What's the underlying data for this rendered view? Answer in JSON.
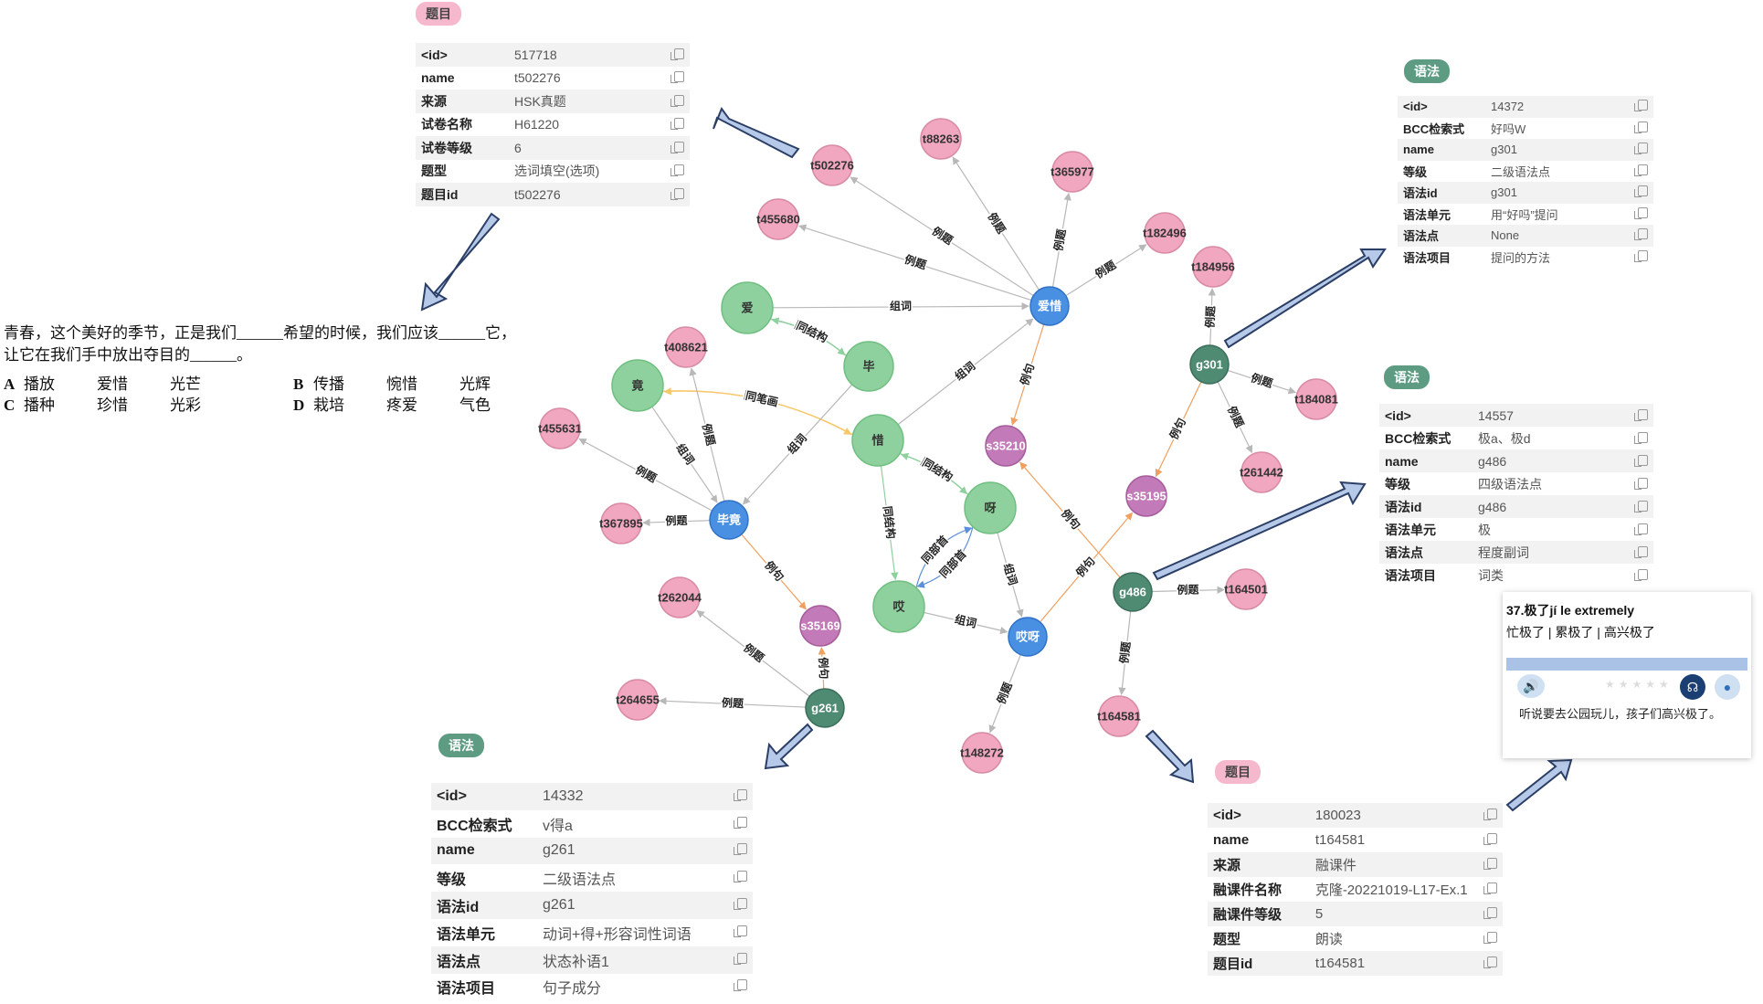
{
  "colors": {
    "word_node": "#8fd19e",
    "term_node": "#4a90e2",
    "grammar_node": "#4f8a72",
    "topic_node": "#f0a7bf",
    "sentence_node": "#c27ab8",
    "edge_default": "#b8b8b8",
    "edge_orange": "#f0a060",
    "edge_green": "#8fd19e",
    "edge_blue": "#5b8fd9",
    "edge_gold": "#f7c76a",
    "arrow_fill": "#b7c9e8",
    "arrow_stroke": "#2b3f66"
  },
  "graph": {
    "nodes": [
      {
        "id": "ai",
        "label": "爱",
        "kind": "word"
      },
      {
        "id": "bi",
        "label": "毕",
        "kind": "word"
      },
      {
        "id": "jing",
        "label": "竟",
        "kind": "word"
      },
      {
        "id": "xi",
        "label": "惜",
        "kind": "word"
      },
      {
        "id": "ya",
        "label": "呀",
        "kind": "word"
      },
      {
        "id": "ai2",
        "label": "哎",
        "kind": "word"
      },
      {
        "id": "aixi",
        "label": "爱惜",
        "kind": "term"
      },
      {
        "id": "bijing",
        "label": "毕竟",
        "kind": "term"
      },
      {
        "id": "aiya",
        "label": "哎呀",
        "kind": "term"
      },
      {
        "id": "g301",
        "label": "g301",
        "kind": "grammar"
      },
      {
        "id": "g486",
        "label": "g486",
        "kind": "grammar"
      },
      {
        "id": "g261",
        "label": "g261",
        "kind": "grammar"
      },
      {
        "id": "s35210",
        "label": "s35210",
        "kind": "sentence"
      },
      {
        "id": "s35195",
        "label": "s35195",
        "kind": "sentence"
      },
      {
        "id": "s35169",
        "label": "s35169",
        "kind": "sentence"
      },
      {
        "id": "t88263",
        "label": "t88263",
        "kind": "topic"
      },
      {
        "id": "t365977",
        "label": "t365977",
        "kind": "topic"
      },
      {
        "id": "t502276",
        "label": "t502276",
        "kind": "topic"
      },
      {
        "id": "t455680",
        "label": "t455680",
        "kind": "topic"
      },
      {
        "id": "t182496",
        "label": "t182496",
        "kind": "topic"
      },
      {
        "id": "t184956",
        "label": "t184956",
        "kind": "topic"
      },
      {
        "id": "t184081",
        "label": "t184081",
        "kind": "topic"
      },
      {
        "id": "t261442",
        "label": "t261442",
        "kind": "topic"
      },
      {
        "id": "t408621",
        "label": "t408621",
        "kind": "topic"
      },
      {
        "id": "t455631",
        "label": "t455631",
        "kind": "topic"
      },
      {
        "id": "t367895",
        "label": "t367895",
        "kind": "topic"
      },
      {
        "id": "t262044",
        "label": "t262044",
        "kind": "topic"
      },
      {
        "id": "t264655",
        "label": "t264655",
        "kind": "topic"
      },
      {
        "id": "t164501",
        "label": "t164501",
        "kind": "topic"
      },
      {
        "id": "t164581",
        "label": "t164581",
        "kind": "topic"
      },
      {
        "id": "t148272",
        "label": "t148272",
        "kind": "topic"
      }
    ],
    "edges": [
      {
        "from": "aixi",
        "to": "t88263",
        "label": "例题",
        "style": "default"
      },
      {
        "from": "aixi",
        "to": "t365977",
        "label": "例题",
        "style": "default"
      },
      {
        "from": "aixi",
        "to": "t502276",
        "label": "例题",
        "style": "default"
      },
      {
        "from": "aixi",
        "to": "t455680",
        "label": "例题",
        "style": "default"
      },
      {
        "from": "aixi",
        "to": "t182496",
        "label": "例题",
        "style": "default"
      },
      {
        "from": "ai",
        "to": "aixi",
        "label": "组词",
        "style": "default"
      },
      {
        "from": "xi",
        "to": "aixi",
        "label": "组词",
        "style": "default"
      },
      {
        "from": "aixi",
        "to": "s35210",
        "label": "例句",
        "style": "orange"
      },
      {
        "from": "ai",
        "to": "bi",
        "label": "同结构",
        "style": "green"
      },
      {
        "from": "bi",
        "to": "ai",
        "label": "同结构",
        "style": "green"
      },
      {
        "from": "jing",
        "to": "xi",
        "label": "同笔画",
        "style": "gold"
      },
      {
        "from": "xi",
        "to": "jing",
        "label": "同笔画",
        "style": "gold"
      },
      {
        "from": "jing",
        "to": "bijing",
        "label": "组词",
        "style": "default"
      },
      {
        "from": "bi",
        "to": "bijing",
        "label": "组词",
        "style": "default"
      },
      {
        "from": "bijing",
        "to": "t408621",
        "label": "例题",
        "style": "default"
      },
      {
        "from": "bijing",
        "to": "t455631",
        "label": "例题",
        "style": "default"
      },
      {
        "from": "bijing",
        "to": "t367895",
        "label": "例题",
        "style": "default"
      },
      {
        "from": "bijing",
        "to": "s35169",
        "label": "例句",
        "style": "orange"
      },
      {
        "from": "xi",
        "to": "ya",
        "label": "同结构",
        "style": "green"
      },
      {
        "from": "ya",
        "to": "xi",
        "label": "同结构",
        "style": "green"
      },
      {
        "from": "xi",
        "to": "ai2",
        "label": "同结构",
        "style": "green"
      },
      {
        "from": "ai2",
        "to": "ya",
        "label": "同部首",
        "style": "blue"
      },
      {
        "from": "ya",
        "to": "ai2",
        "label": "同部首",
        "style": "blue"
      },
      {
        "from": "ai2",
        "to": "aiya",
        "label": "组词",
        "style": "default"
      },
      {
        "from": "ya",
        "to": "aiya",
        "label": "组词",
        "style": "default"
      },
      {
        "from": "aiya",
        "to": "t148272",
        "label": "例题",
        "style": "default"
      },
      {
        "from": "aiya",
        "to": "s35195",
        "label": "例句",
        "style": "orange"
      },
      {
        "from": "g301",
        "to": "t184956",
        "label": "例题",
        "style": "default"
      },
      {
        "from": "g301",
        "to": "t184081",
        "label": "例题",
        "style": "default"
      },
      {
        "from": "g301",
        "to": "t261442",
        "label": "例题",
        "style": "default"
      },
      {
        "from": "g301",
        "to": "s35195",
        "label": "例句",
        "style": "orange"
      },
      {
        "from": "g486",
        "to": "t164501",
        "label": "例题",
        "style": "default"
      },
      {
        "from": "g486",
        "to": "t164581",
        "label": "例题",
        "style": "default"
      },
      {
        "from": "g486",
        "to": "s35210",
        "label": "例句",
        "style": "orange"
      },
      {
        "from": "g261",
        "to": "t262044",
        "label": "例题",
        "style": "default"
      },
      {
        "from": "g261",
        "to": "t264655",
        "label": "例题",
        "style": "default"
      },
      {
        "from": "g261",
        "to": "s35169",
        "label": "例句",
        "style": "orange"
      }
    ]
  },
  "panel_topic_top": {
    "tag": "题目",
    "rows": [
      {
        "key": "<id>",
        "value": "517718"
      },
      {
        "key": "name",
        "value": "t502276"
      },
      {
        "key": "来源",
        "value": "HSK真题"
      },
      {
        "key": "试卷名称",
        "value": "H61220"
      },
      {
        "key": "试卷等级",
        "value": "6"
      },
      {
        "key": "题型",
        "value": "选词填空(选项)"
      },
      {
        "key": "题目id",
        "value": "t502276"
      }
    ]
  },
  "panel_grammar_g301": {
    "tag": "语法",
    "rows": [
      {
        "key": "<id>",
        "value": "14372"
      },
      {
        "key": "BCC检索式",
        "value": "好吗W"
      },
      {
        "key": "name",
        "value": "g301"
      },
      {
        "key": "等级",
        "value": "二级语法点"
      },
      {
        "key": "语法id",
        "value": "g301"
      },
      {
        "key": "语法单元",
        "value": "用“好吗”提问"
      },
      {
        "key": "语法点",
        "value": "None"
      },
      {
        "key": "语法项目",
        "value": "提问的方法"
      }
    ]
  },
  "panel_grammar_g486": {
    "tag": "语法",
    "rows": [
      {
        "key": "<id>",
        "value": "14557"
      },
      {
        "key": "BCC检索式",
        "value": "极a、极d"
      },
      {
        "key": "name",
        "value": "g486"
      },
      {
        "key": "等级",
        "value": "四级语法点"
      },
      {
        "key": "语法id",
        "value": "g486"
      },
      {
        "key": "语法单元",
        "value": "极"
      },
      {
        "key": "语法点",
        "value": "程度副词"
      },
      {
        "key": "语法项目",
        "value": "词类"
      }
    ]
  },
  "panel_grammar_g261": {
    "tag": "语法",
    "rows": [
      {
        "key": "<id>",
        "value": "14332"
      },
      {
        "key": "BCC检索式",
        "value": "v得a"
      },
      {
        "key": "name",
        "value": "g261"
      },
      {
        "key": "等级",
        "value": "二级语法点"
      },
      {
        "key": "语法id",
        "value": "g261"
      },
      {
        "key": "语法单元",
        "value": "动词+得+形容词性词语"
      },
      {
        "key": "语法点",
        "value": "状态补语1"
      },
      {
        "key": "语法项目",
        "value": "句子成分"
      }
    ]
  },
  "panel_topic_bottom": {
    "tag": "题目",
    "rows": [
      {
        "key": "<id>",
        "value": "180023"
      },
      {
        "key": "name",
        "value": "t164581"
      },
      {
        "key": "来源",
        "value": "融课件"
      },
      {
        "key": "融课件名称",
        "value": "克隆-20221019-L17-Ex.1"
      },
      {
        "key": "融课件等级",
        "value": "5"
      },
      {
        "key": "题型",
        "value": "朗读"
      },
      {
        "key": "题目id",
        "value": "t164581"
      }
    ]
  },
  "question": {
    "line1": "青春，这个美好的季节，正是我们______希望的时候，我们应该______它，",
    "line2": "让它在我们手中放出夺目的______。",
    "options": [
      [
        {
          "letter": "A",
          "w": [
            "播放",
            "爱惜",
            "光芒"
          ]
        },
        {
          "letter": "B",
          "w": [
            "传播",
            "惋惜",
            "光辉"
          ]
        }
      ],
      [
        {
          "letter": "C",
          "w": [
            "播种",
            "珍惜",
            "光彩"
          ]
        },
        {
          "letter": "D",
          "w": [
            "栽培",
            "疼爱",
            "气色"
          ]
        }
      ]
    ]
  },
  "card": {
    "title": "37.极了jí le extremely",
    "subtitle": "忙极了 | 累极了 | 高兴极了",
    "sentence": "听说要去公园玩儿，孩子们高兴极了。",
    "speaker_icon": "speaker-icon",
    "headphone_icon": "headphone-icon",
    "mic_icon": "microphone-icon"
  }
}
